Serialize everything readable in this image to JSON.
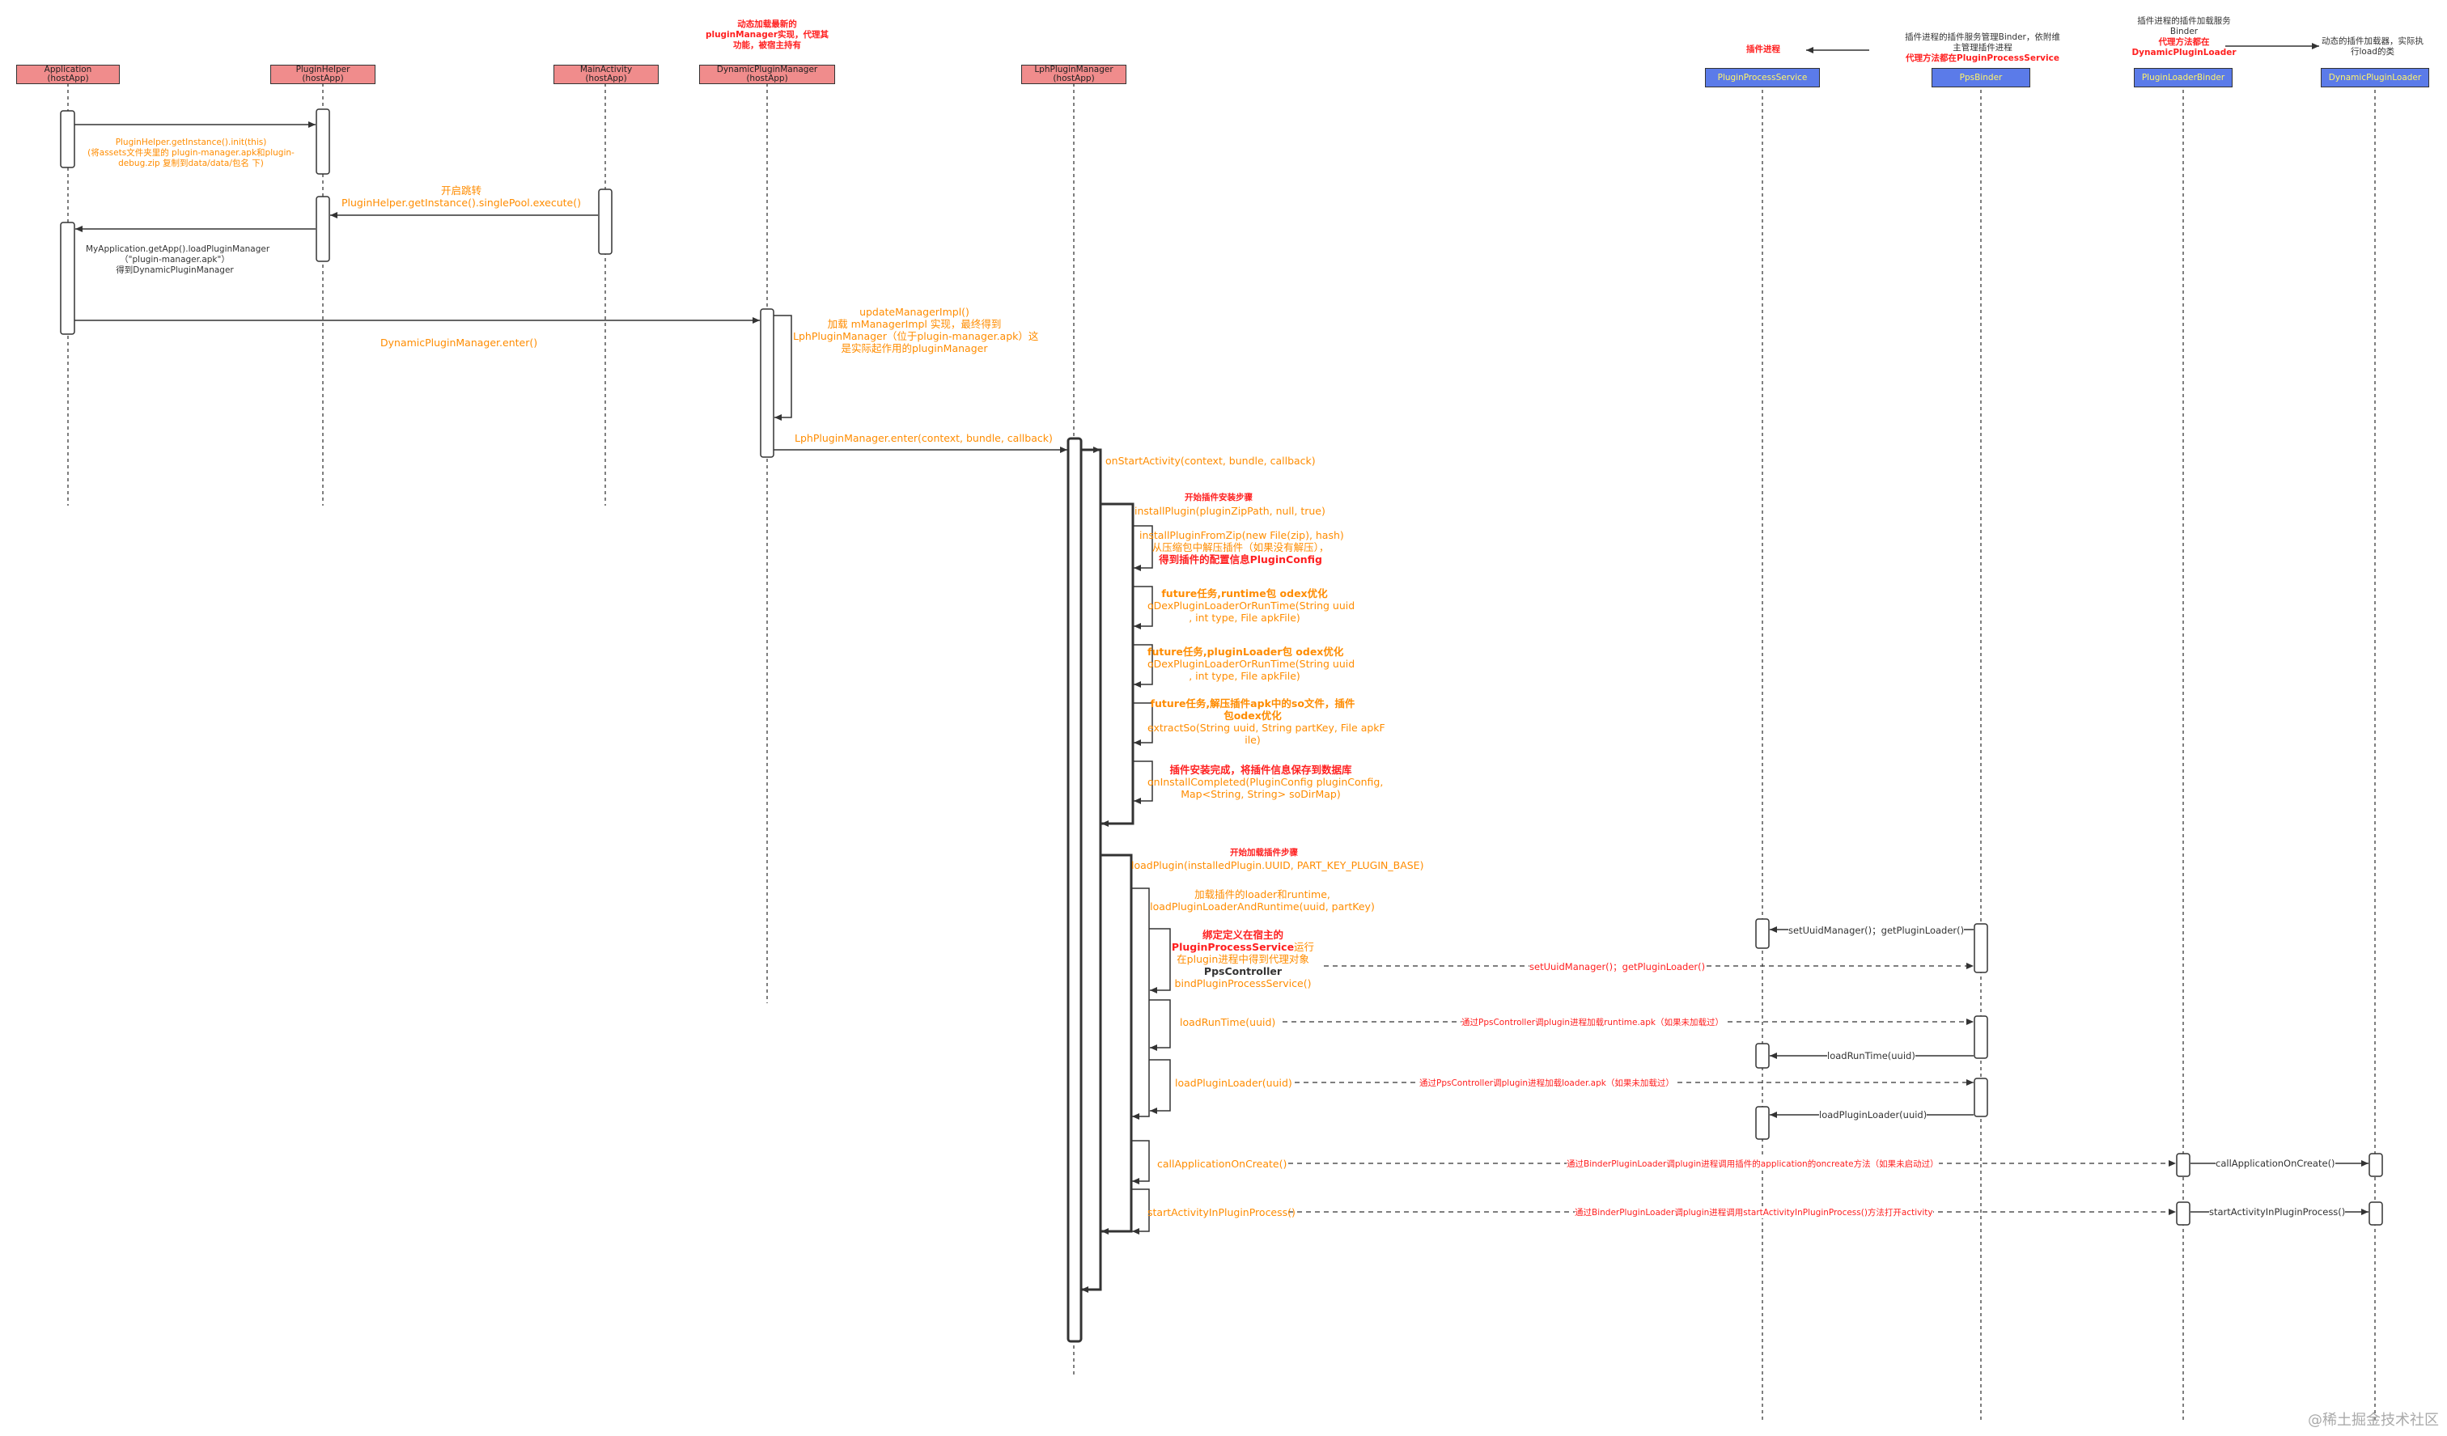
{
  "lanes": [
    {
      "id": "application",
      "name": "Application",
      "sub": "(hostApp)",
      "kind": "host"
    },
    {
      "id": "pluginhelper",
      "name": "PluginHelper",
      "sub": "(hostApp)",
      "kind": "host"
    },
    {
      "id": "mainactivity",
      "name": "MainActivity",
      "sub": "(hostApp)",
      "kind": "host"
    },
    {
      "id": "dynamicpm",
      "name": "DynamicPluginManager",
      "sub": "(hostApp)",
      "kind": "host"
    },
    {
      "id": "lphpm",
      "name": "LphPluginManager",
      "sub": "(hostApp)",
      "kind": "host"
    },
    {
      "id": "pps",
      "name": "PluginProcessService",
      "sub": "",
      "kind": "plugin"
    },
    {
      "id": "ppsbinder",
      "name": "PpsBinder",
      "sub": "",
      "kind": "plugin"
    },
    {
      "id": "loaderbinder",
      "name": "PluginLoaderBinder",
      "sub": "",
      "kind": "plugin"
    },
    {
      "id": "dynloader",
      "name": "DynamicPluginLoader",
      "sub": "",
      "kind": "plugin"
    }
  ],
  "header_notes": {
    "dynamic_note": [
      "动态加载最新的",
      "pluginManager实现，代理其",
      "功能，被宿主持有"
    ],
    "plugin_process": "插件进程",
    "binder_note": [
      "插件进程的插件服务管理Binder，依附维",
      "主管理插件进程"
    ],
    "binder_note_red": "代理方法都在PluginProcessService",
    "loaderbinder_note": [
      "插件进程的插件加载服务",
      "Binder"
    ],
    "loaderbinder_note_red": [
      "代理方法都在",
      "DynamicPluginLoader"
    ],
    "dynloader_note": [
      "动态的插件加载器，实际执",
      "行load的类"
    ]
  },
  "messages": {
    "m1": [
      "PluginHelper.getInstance().init(this)",
      "(将assets文件夹里的 plugin-manager.apk和plugin-",
      "debug.zip 复制到data/data/包名 下)"
    ],
    "m2": [
      "开启跳转",
      "PluginHelper.getInstance().singlePool.execute()"
    ],
    "m3": [
      "MyApplication.getApp().loadPluginManager",
      "（\"plugin-manager.apk\"）",
      "得到DynamicPluginManager"
    ],
    "m4": "DynamicPluginManager.enter()",
    "m5": [
      "updateManagerImpl()",
      "加载 mManagerImpl 实现，最终得到",
      "LphPluginManager（位于plugin-manager.apk）这",
      "是实际起作用的pluginManager"
    ],
    "m6": "LphPluginManager.enter(context, bundle, callback)",
    "m7": "onStartActivity(context, bundle, callback)",
    "s1_title": "开始插件安装步骤",
    "s1_call": "installPlugin(pluginZipPath, null, true)",
    "s2": [
      "installPluginFromZip(new File(zip), hash)",
      "从压缩包中解压插件（如果没有解压），"
    ],
    "s2_red": "得到插件的配置信息PluginConfig",
    "s3_title": "future任务,runtime包 odex优化",
    "s3": [
      "oDexPluginLoaderOrRunTime(String uuid",
      ", int type, File apkFile)"
    ],
    "s4_title": "future任务,pluginLoader包 odex优化",
    "s4": [
      "oDexPluginLoaderOrRunTime(String uuid",
      ", int type, File apkFile)"
    ],
    "s5_title": [
      "future任务,解压插件apk中的so文件，插件",
      "包odex优化"
    ],
    "s5": [
      "extractSo(String uuid, String partKey, File apkF",
      "ile)"
    ],
    "s6_title": "插件安装完成，将插件信息保存到数据库",
    "s6": [
      "onInstallCompleted(PluginConfig pluginConfig,",
      "Map<String, String> soDirMap)"
    ],
    "l1_title": "开始加载插件步骤",
    "l1_call": "loadPlugin(installedPlugin.UUID, PART_KEY_PLUGIN_BASE)",
    "l2": [
      "加载插件的loader和runtime,",
      "loadPluginLoaderAndRuntime(uuid, partKey)"
    ],
    "l3_red": [
      "绑定定义在宿主的",
      "PluginProcessService"
    ],
    "l3_mid": "运行",
    "l3_orange": "在plugin进程中得到代理对象",
    "l3_dark": "PpsController",
    "l3_call": "bindPluginProcessService()",
    "l4": "loadRunTime(uuid)",
    "l5": "loadPluginLoader(uuid)",
    "l6": "callApplicationOnCreate()",
    "l7": "startActivityInPluginProcess()",
    "r1": "setUuidManager()；getPluginLoader()",
    "r1b": "setUuidManager()；getPluginLoader()",
    "r2": "通过PpsController调plugin进程加载runtime.apk（如果未加载过）",
    "r3": "loadRunTime(uuid)",
    "r4": "通过PpsController调plugin进程加载loader.apk（如果未加载过）",
    "r5": "loadPluginLoader(uuid)",
    "r6": "通过BinderPluginLoader调plugin进程调用插件的application的oncreate方法（如果未启动过）",
    "r6b": "callApplicationOnCreate()",
    "r7": "通过BinderPluginLoader调plugin进程调用startActivityInPluginProcess()方法打开activity",
    "r7b": "startActivityInPluginProcess()"
  },
  "watermark": "@稀土掘金技术社区",
  "colors": {
    "host": "#f08c8c",
    "plugin": "#5b7be9",
    "orange": "#ff8c00",
    "red": "#ff2020"
  }
}
